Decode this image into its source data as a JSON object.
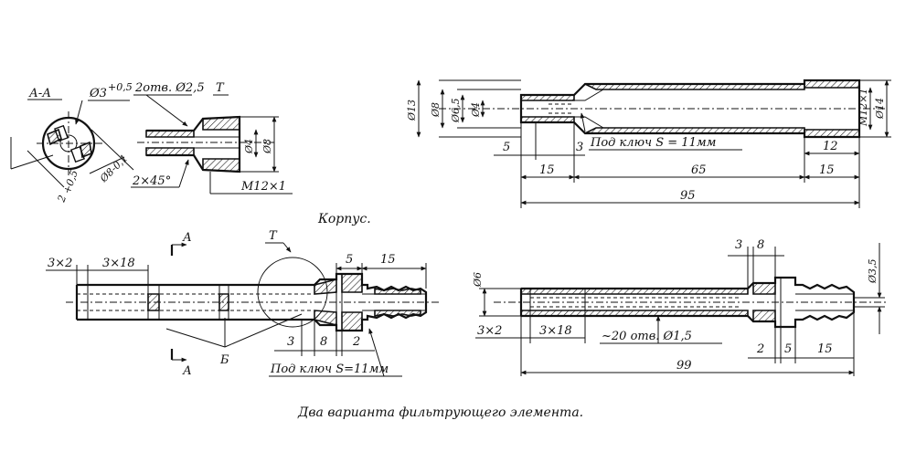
{
  "captions": {
    "korpus": "Корпус.",
    "bottom": "Два варианта фильтрующего элемента."
  },
  "section_aa": {
    "title": "А-А",
    "dim_d3": "Ø3",
    "dim_d3_tol": "+0,5",
    "dim_d8": "Ø8-0,1",
    "dim_2": "2",
    "dim_2_tol": "+0,5"
  },
  "detail_t": {
    "label": "Т",
    "holes": "2отв. Ø2,5",
    "chamfer": "2×45°",
    "thread": "M12×1",
    "d4": "Ø4",
    "d8": "Ø8"
  },
  "body": {
    "d13": "Ø13",
    "d8": "Ø8",
    "d65": "Ø6,5",
    "d4": "Ø4",
    "m12": "M12×1",
    "d14": "Ø14",
    "dim_5": "5",
    "dim_3": "3",
    "key": "Под ключ  S = 11мм",
    "dim_12": "12",
    "dim_15a": "15",
    "dim_65": "65",
    "dim_15b": "15",
    "dim_95": "95"
  },
  "variant1": {
    "dim_3x2": "3×2",
    "dim_3x18": "3×18",
    "section_a_top": "А",
    "section_a_bottom": "А",
    "t_label": "Т",
    "dim_5": "5",
    "dim_15": "15",
    "b_label": "Б",
    "dim_3": "3",
    "dim_8": "8",
    "dim_2": "2",
    "key": "Под ключ  S=11мм"
  },
  "variant2": {
    "dim_3": "3",
    "dim_8": "8",
    "d6": "Ø6",
    "d35": "Ø3,5",
    "dim_3x2": "3×2",
    "dim_3x18": "3×18",
    "holes": "~20 отв. Ø1,5",
    "dim_2": "2",
    "dim_5": "5",
    "dim_15": "15",
    "dim_99": "99"
  }
}
